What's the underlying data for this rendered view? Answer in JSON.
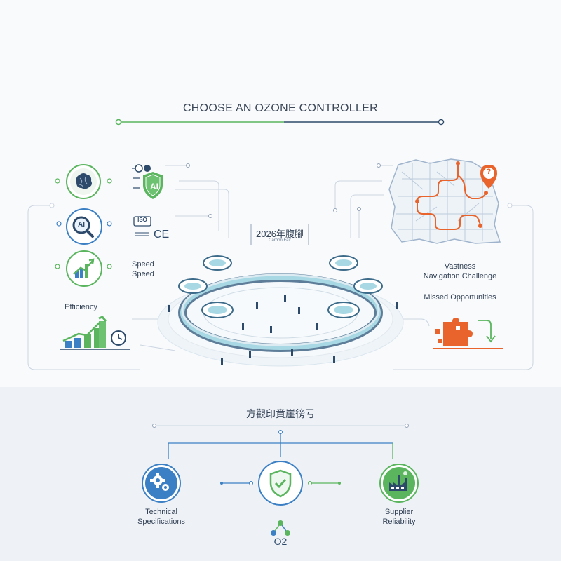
{
  "header": {
    "title": "CHOOSE AN OZONE CONTROLLER"
  },
  "left_panel": {
    "speed_label_1": "Speed",
    "speed_label_2": "Speed",
    "efficiency_label": "Efficiency",
    "ai_badge_text": "AI",
    "ai_search_text": "AI",
    "iso_text": "ISO",
    "ce_text": "CE"
  },
  "center_hub": {
    "label": "2026年腹腳",
    "sublabel": "Carbon Fair"
  },
  "right_panel": {
    "vastness_label": "Vastness",
    "navigation_label": "Navigation Challenge",
    "missed_label": "Missed Opportunities",
    "pin_symbol": "?"
  },
  "bottom_section": {
    "title": "方觀印賁崖徬亏",
    "items": [
      {
        "label_line1": "Technical",
        "label_line2": "Specifications"
      },
      {
        "label_line1": "",
        "label_line2": ""
      },
      {
        "label_line1": "Supplier",
        "label_line2": "Reliability"
      }
    ],
    "molecule_label": "O2"
  },
  "colors": {
    "green": "#5ab55e",
    "blue": "#3b7fc4",
    "navy": "#2e4a6b",
    "teal": "#7fc7d6",
    "orange": "#e8642c"
  },
  "icons": [
    "brain-icon",
    "ai-shield-icon",
    "ai-search-icon",
    "iso-icon",
    "ce-mark-icon",
    "growth-chart-icon",
    "efficiency-chart-icon",
    "clock-icon",
    "city-map-icon",
    "location-pin-icon",
    "puzzle-icon",
    "gears-icon",
    "check-shield-icon",
    "factory-icon",
    "molecule-icon"
  ]
}
